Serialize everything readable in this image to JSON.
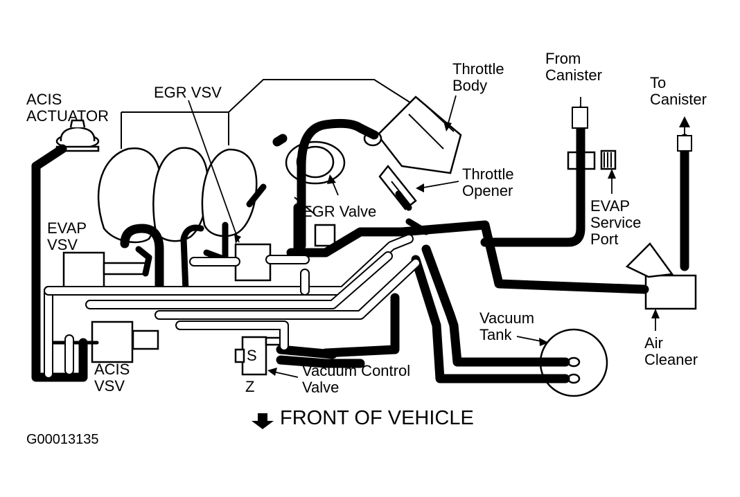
{
  "labels": {
    "acis_actuator": "ACIS\nACTUATOR",
    "egr_vsv": "EGR VSV",
    "throttle_body": "Throttle\nBody",
    "from_canister": "From\nCanister",
    "to_canister": "To\nCanister",
    "throttle_opener": "Throttle\nOpener",
    "egr_valve": "EGR Valve",
    "evap_service_port": "EVAP\nService\nPort",
    "evap_vsv": "EVAP\nVSV",
    "vacuum_tank": "Vacuum\nTank",
    "air_cleaner": "Air\nCleaner",
    "acis_vsv": "ACIS\nVSV",
    "vacuum_control_valve": "Vacuum Control\nValve",
    "port_s": "S",
    "port_z": "Z"
  },
  "footer": {
    "front_of_vehicle": "FRONT OF VEHICLE",
    "figure_code": "G00013135"
  },
  "colors": {
    "ink": "#000000",
    "paper": "#ffffff"
  }
}
